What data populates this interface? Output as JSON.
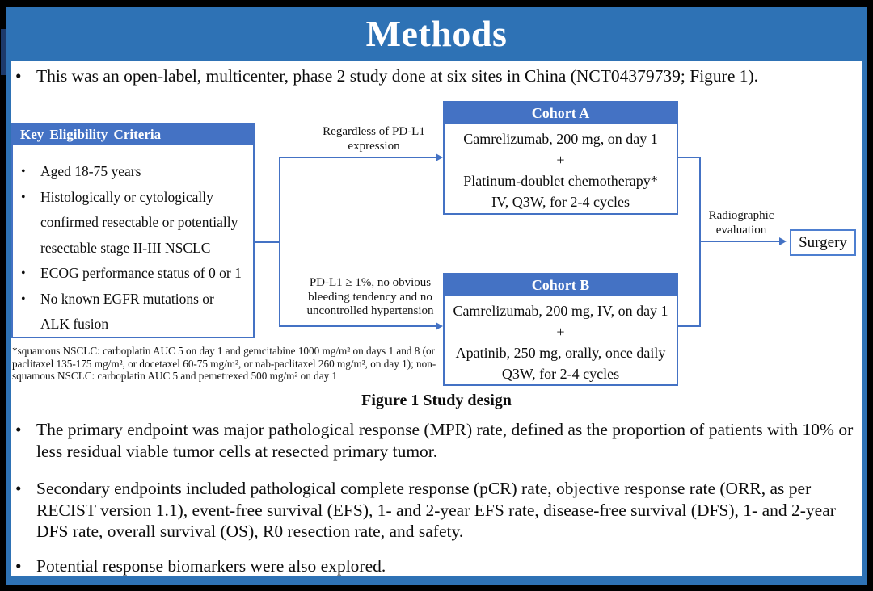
{
  "colors": {
    "header_blue": "#2e72b5",
    "accent_blue": "#4472c4",
    "line_blue": "#4472c4"
  },
  "slide": {
    "title": "Methods",
    "intro_bullet": "This was an open-label, multicenter, phase 2 study done at six sites in China (NCT04379739; Figure 1)."
  },
  "figure": {
    "caption": "Figure 1 Study design",
    "eligibility": {
      "header": "Key Eligibility Criteria",
      "items": [
        {
          "lines": [
            "Aged 18-75 years"
          ]
        },
        {
          "lines": [
            "Histologically or cytologically",
            "confirmed resectable or potentially",
            "resectable stage II-III NSCLC"
          ]
        },
        {
          "lines": [
            "ECOG performance status of 0 or 1"
          ]
        },
        {
          "lines": [
            "No known EGFR mutations or",
            "ALK fusion"
          ]
        }
      ]
    },
    "branch_labels": {
      "top": "Regardless of PD-L1 expression",
      "bottom": "PD-L1 ≥ 1%, no obvious bleeding tendency and no uncontrolled hypertension"
    },
    "cohort_a": {
      "header": "Cohort A",
      "lines": [
        "Camrelizumab, 200 mg, on day 1",
        "+",
        "Platinum-doublet chemotherapy*",
        "IV, Q3W, for 2-4 cycles"
      ]
    },
    "cohort_b": {
      "header": "Cohort B",
      "lines": [
        "Camrelizumab, 200 mg, IV, on day 1",
        "+",
        "Apatinib, 250 mg, orally, once daily",
        "Q3W, for 2-4 cycles"
      ]
    },
    "evaluation_label": "Radiographic evaluation",
    "surgery_label": "Surgery",
    "footnote": "*squamous NSCLC: carboplatin AUC 5 on day 1 and gemcitabine 1000 mg/m² on days 1 and 8 (or paclitaxel 135-175 mg/m², or docetaxel 60-75 mg/m², or nab-paclitaxel 260 mg/m², on day 1); non-squamous NSCLC: carboplatin AUC 5 and pemetrexed 500 mg/m² on day 1"
  },
  "bullets": {
    "primary": "The primary endpoint was major pathological response (MPR) rate, defined as the proportion of patients with 10% or less residual viable tumor cells at resected primary tumor.",
    "secondary": "Secondary endpoints included pathological complete response (pCR) rate, objective response rate (ORR, as per RECIST version 1.1), event-free survival (EFS), 1- and 2-year EFS rate, disease-free survival (DFS), 1- and 2-year DFS rate, overall survival (OS), R0 resection rate, and safety.",
    "biomarkers": "Potential response biomarkers were also explored."
  }
}
